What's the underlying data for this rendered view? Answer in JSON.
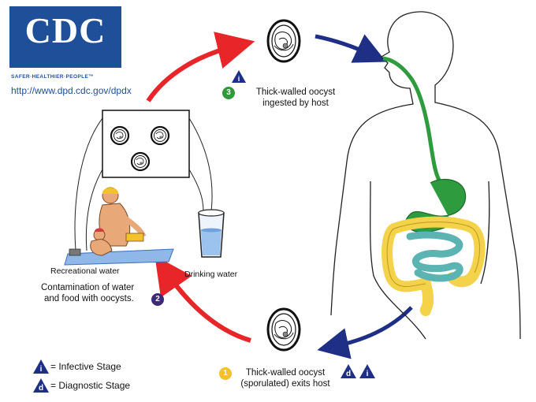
{
  "header": {
    "logo_text": "CDC",
    "tagline": "SAFER·HEALTHIER·PEOPLE™",
    "url": "http://www.dpd.cdc.gov/dpdx"
  },
  "steps": [
    {
      "number": "1",
      "line1": "Thick-walled oocyst",
      "line2": "(sporulated) exits host",
      "badges": [
        "d",
        "i"
      ],
      "color": "#f2c12e"
    },
    {
      "number": "2",
      "line1": "Contamination of water",
      "line2": "and food with oocysts.",
      "badges": [],
      "color": "#3b2a78"
    },
    {
      "number": "3",
      "line1": "Thick-walled oocyst",
      "line2": "ingested by host",
      "badges": [
        "i"
      ],
      "color": "#2f9a3a"
    }
  ],
  "labels": {
    "recreational_water": "Recreational water",
    "drinking_water": "Drinking water"
  },
  "legend": [
    {
      "badge": "i",
      "text": "= Infective Stage"
    },
    {
      "badge": "d",
      "text": "= Diagnostic Stage"
    }
  ],
  "colors": {
    "cdc_blue": "#1f4f99",
    "red_arrow": "#e8262a",
    "navy_arrow": "#1f2f86",
    "gi_green": "#2e9b3f",
    "intestine_yellow": "#f4d24a",
    "small_intestine_teal": "#5bb3b2",
    "badge_navy": "#1f2f86"
  },
  "icons": [
    "i-badge-icon",
    "d-badge-icon",
    "oocyst-icon",
    "drinking-glass-icon",
    "swimmer-figure",
    "human-body-outline"
  ]
}
